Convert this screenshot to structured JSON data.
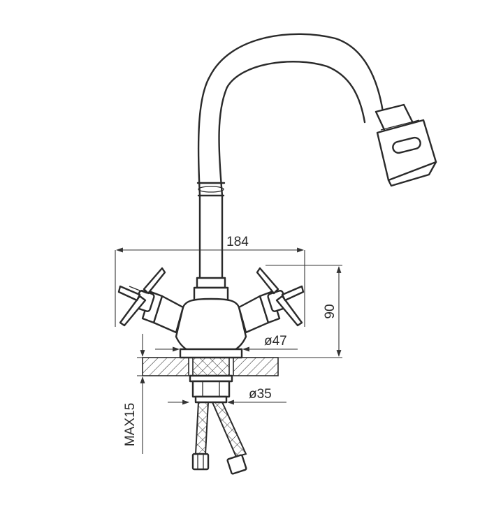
{
  "dimensions": {
    "width_overall": "184",
    "height_body": "90",
    "diameter_base": "ø47",
    "diameter_shank": "ø35",
    "max_thickness": "MAX15"
  },
  "colors": {
    "line": "#2a2a2a",
    "background": "#ffffff"
  }
}
